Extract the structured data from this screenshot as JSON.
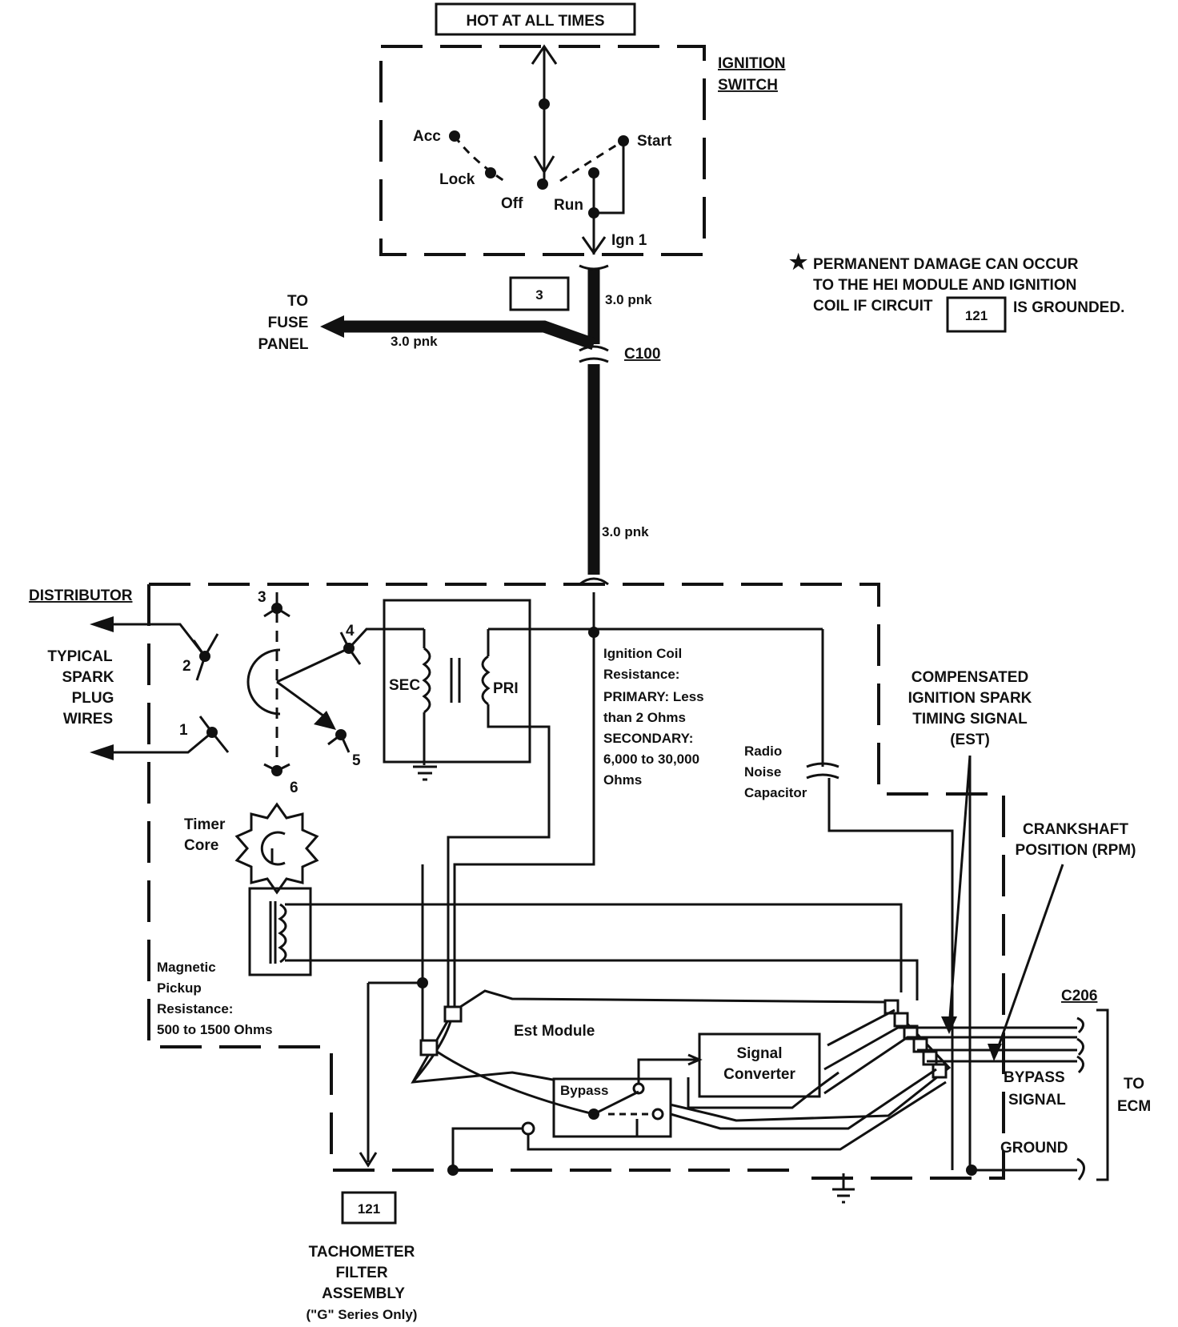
{
  "header": {
    "hot_at_all_times": "HOT AT ALL TIMES"
  },
  "ignition_switch": {
    "title_line1": "IGNITION",
    "title_line2": "SWITCH",
    "positions": {
      "acc": "Acc",
      "lock": "Lock",
      "off": "Off",
      "run": "Run",
      "start": "Start"
    },
    "ign1": "Ign 1"
  },
  "feed": {
    "circuit_number": "3",
    "wire_label": "3.0 pnk",
    "connector": "C100",
    "to_fuse_panel": [
      "TO",
      "FUSE",
      "PANEL"
    ]
  },
  "warning": {
    "line1": "PERMANENT DAMAGE CAN OCCUR",
    "line2": "TO THE HEI MODULE AND IGNITION",
    "line3_prefix": "COIL IF CIRCUIT",
    "circuit": "121",
    "line3_suffix": "IS GROUNDED."
  },
  "distributor": {
    "title": "DISTRIBUTOR",
    "spark_wires": [
      "TYPICAL",
      "SPARK",
      "PLUG",
      "WIRES"
    ],
    "terminals": [
      "1",
      "2",
      "3",
      "4",
      "5",
      "6"
    ],
    "timer_core": [
      "Timer",
      "Core"
    ],
    "magnetic_pickup": [
      "Magnetic",
      "Pickup",
      "Resistance:",
      "500 to 1500 Ohms"
    ]
  },
  "coil": {
    "sec": "SEC",
    "pri": "PRI",
    "resistance": [
      "Ignition Coil",
      "Resistance:",
      "PRIMARY: Less",
      "than 2 Ohms",
      "SECONDARY:",
      "6,000 to 30,000",
      "Ohms"
    ]
  },
  "capacitor": [
    "Radio",
    "Noise",
    "Capacitor"
  ],
  "est_signal": [
    "COMPENSATED",
    "IGNITION SPARK",
    "TIMING SIGNAL",
    "(EST)"
  ],
  "crank_signal": [
    "CRANKSHAFT",
    "POSITION (RPM)"
  ],
  "module": {
    "title": "Est Module",
    "signal_converter": [
      "Signal",
      "Converter"
    ],
    "bypass": "Bypass"
  },
  "ecm": {
    "connector": "C206",
    "bypass_signal": [
      "BYPASS",
      "SIGNAL"
    ],
    "ground": "GROUND",
    "to_ecm": [
      "TO",
      "ECM"
    ]
  },
  "tach": {
    "circuit": "121",
    "label": [
      "TACHOMETER",
      "FILTER",
      "ASSEMBLY",
      "(\"G\" Series Only)"
    ]
  }
}
